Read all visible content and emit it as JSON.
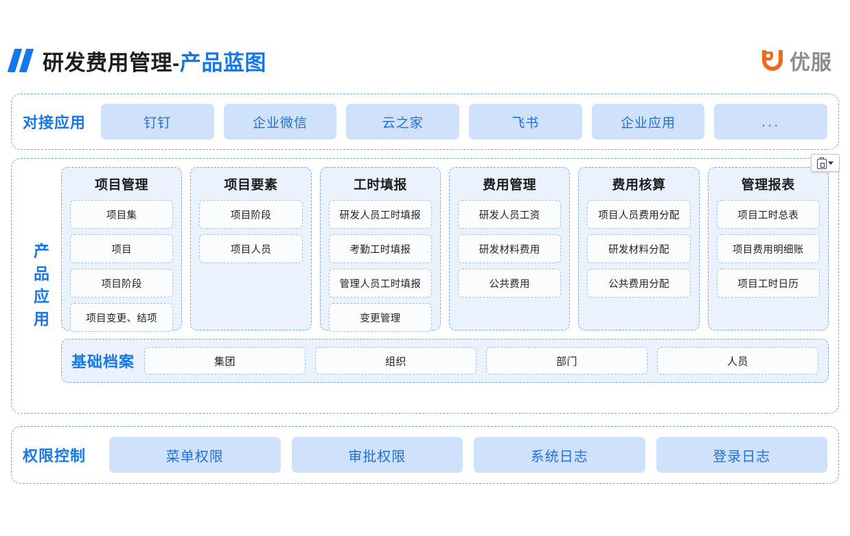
{
  "header": {
    "title_dark": "研发费用管理",
    "title_dash": "-",
    "title_blue": "产品蓝图",
    "logo_text": "优服"
  },
  "integrations": {
    "label": "对接应用",
    "items": [
      {
        "label": "钉钉"
      },
      {
        "label": "企业微信"
      },
      {
        "label": "云之家"
      },
      {
        "label": "飞书"
      },
      {
        "label": "企业应用"
      },
      {
        "label": "..."
      }
    ]
  },
  "product": {
    "label": "产品应用",
    "columns": [
      {
        "title": "项目管理",
        "items": [
          "项目集",
          "项目",
          "项目阶段",
          "项目变更、结项"
        ]
      },
      {
        "title": "项目要素",
        "items": [
          "项目阶段",
          "项目人员"
        ]
      },
      {
        "title": "工时填报",
        "items": [
          "研发人员工时填报",
          "考勤工时填报",
          "管理人员工时填报",
          "变更管理"
        ]
      },
      {
        "title": "费用管理",
        "items": [
          "研发人员工资",
          "研发材料费用",
          "公共费用"
        ]
      },
      {
        "title": "费用核算",
        "items": [
          "项目人员费用分配",
          "研发材料分配",
          "公共费用分配"
        ]
      },
      {
        "title": "管理报表",
        "items": [
          "项目工时总表",
          "项目费用明细账",
          "项目工时日历"
        ]
      }
    ],
    "basic": {
      "label": "基础档案",
      "items": [
        "集团",
        "组织",
        "部门",
        "人员"
      ]
    }
  },
  "permissions": {
    "label": "权限控制",
    "items": [
      "菜单权限",
      "审批权限",
      "系统日志",
      "登录日志"
    ]
  },
  "colors": {
    "brand_blue": "#1677e8",
    "pill_bg": "#cfe1fb",
    "pill_text": "#1f6fdd",
    "panel_bg": "#eaf2fd",
    "dashed_border": "#79a9ec",
    "logo_orange": "#ef6a1d",
    "logo_gray": "#8d8d8d"
  }
}
